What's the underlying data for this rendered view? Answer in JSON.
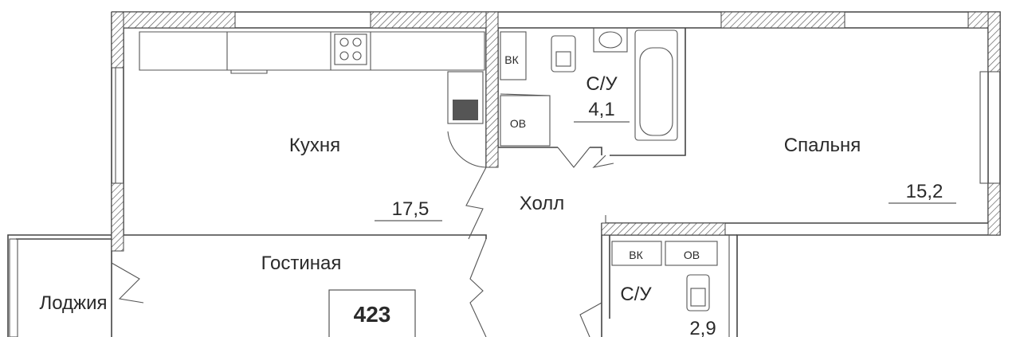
{
  "rooms": {
    "kitchen": {
      "name": "Кухня",
      "area": "17,5"
    },
    "hall": {
      "name": "Холл"
    },
    "bathroom1": {
      "name": "С/У",
      "area": "4,1"
    },
    "bedroom": {
      "name": "Спальня",
      "area": "15,2"
    },
    "living": {
      "name": "Гостиная"
    },
    "loggia": {
      "name": "Лоджия"
    },
    "bathroom2": {
      "name": "С/У",
      "area": "2,9"
    }
  },
  "shafts": {
    "vk": "ВК",
    "ov": "ОВ"
  },
  "apartment": {
    "number": "423"
  }
}
